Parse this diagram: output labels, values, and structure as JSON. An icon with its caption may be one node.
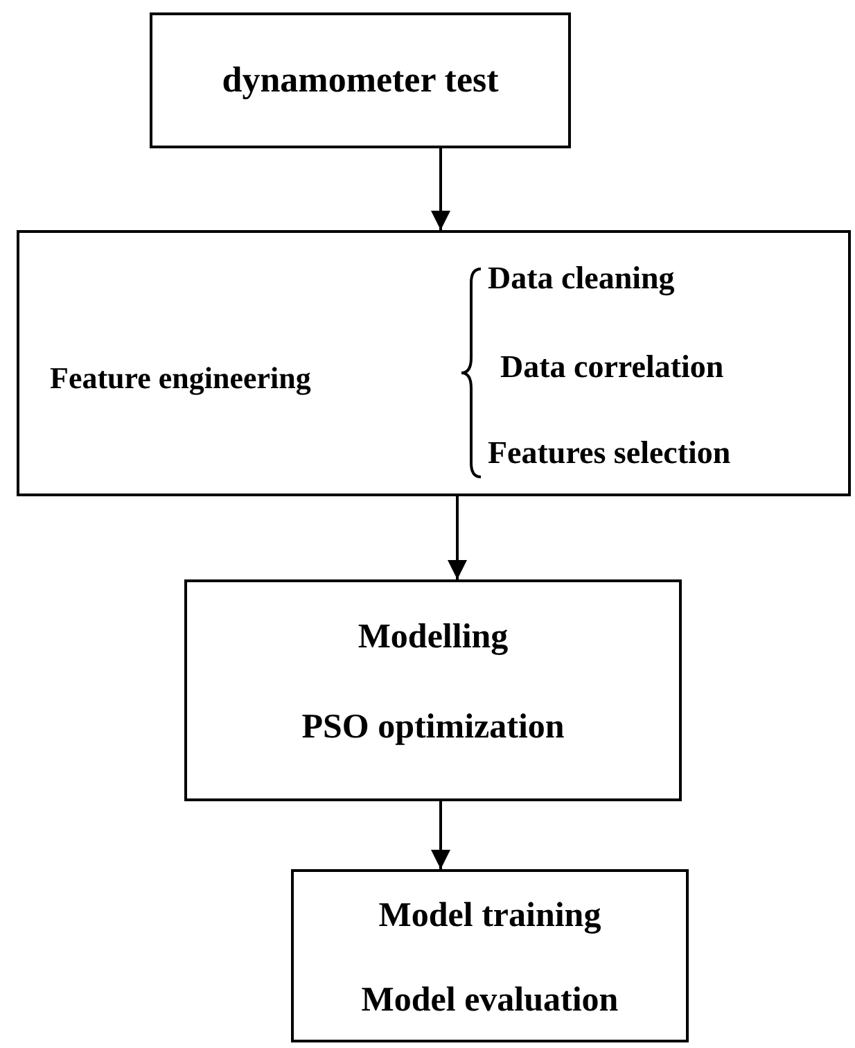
{
  "diagram": {
    "nodes": [
      {
        "text": [
          "dynamometer test"
        ]
      },
      {
        "text": [
          "Feature engineering",
          "Data cleaning",
          "Data correlation",
          "Features selection"
        ]
      },
      {
        "text": [
          "Modelling",
          "PSO optimization"
        ]
      },
      {
        "text": [
          "Model training",
          "Model evaluation"
        ]
      }
    ],
    "edges": [
      {
        "from": 0,
        "to": 1,
        "arrow": "to"
      },
      {
        "from": 1,
        "to": 2,
        "arrow": "to"
      },
      {
        "from": 2,
        "to": 3,
        "arrow": "to"
      }
    ]
  }
}
